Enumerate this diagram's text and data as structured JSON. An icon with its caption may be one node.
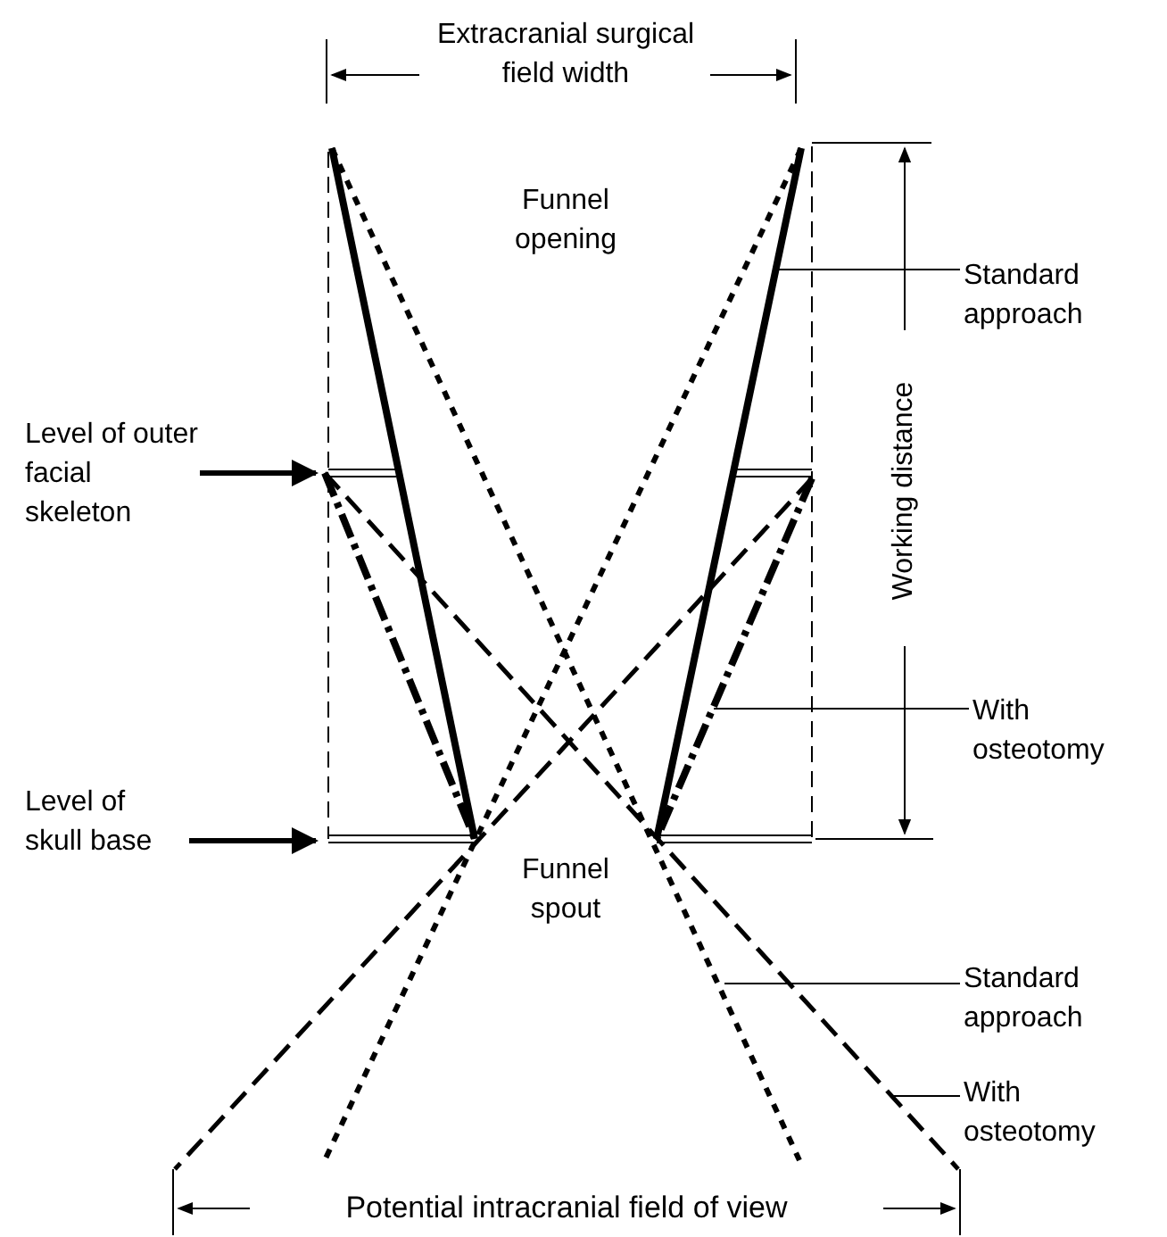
{
  "diagram": {
    "nodes": [
      {
        "text": [
          "Level of outer facial skeleton"
        ]
      },
      {
        "text": [
          "Level of skull base"
        ]
      },
      {
        "text": [
          "Standard approach"
        ]
      },
      {
        "text": [
          "With osteotomy"
        ]
      },
      {
        "text": [
          "Standard approach"
        ]
      },
      {
        "text": [
          "With osteotomy"
        ]
      }
    ],
    "edges": [
      {
        "from": 0,
        "to": null,
        "arrow": "to",
        "style": "thick"
      },
      {
        "from": 1,
        "to": null,
        "arrow": "to",
        "style": "thick"
      },
      {
        "from": 2,
        "to": null,
        "arrow": "none"
      },
      {
        "from": 3,
        "to": null,
        "arrow": "none"
      },
      {
        "from": 4,
        "to": null,
        "arrow": "none"
      },
      {
        "from": 5,
        "to": null,
        "arrow": "none"
      }
    ],
    "labels": [
      "Extracranial surgical field width",
      "Funnel opening",
      "Working distance",
      "Funnel spout",
      "Potential intracranial field of view"
    ]
  }
}
